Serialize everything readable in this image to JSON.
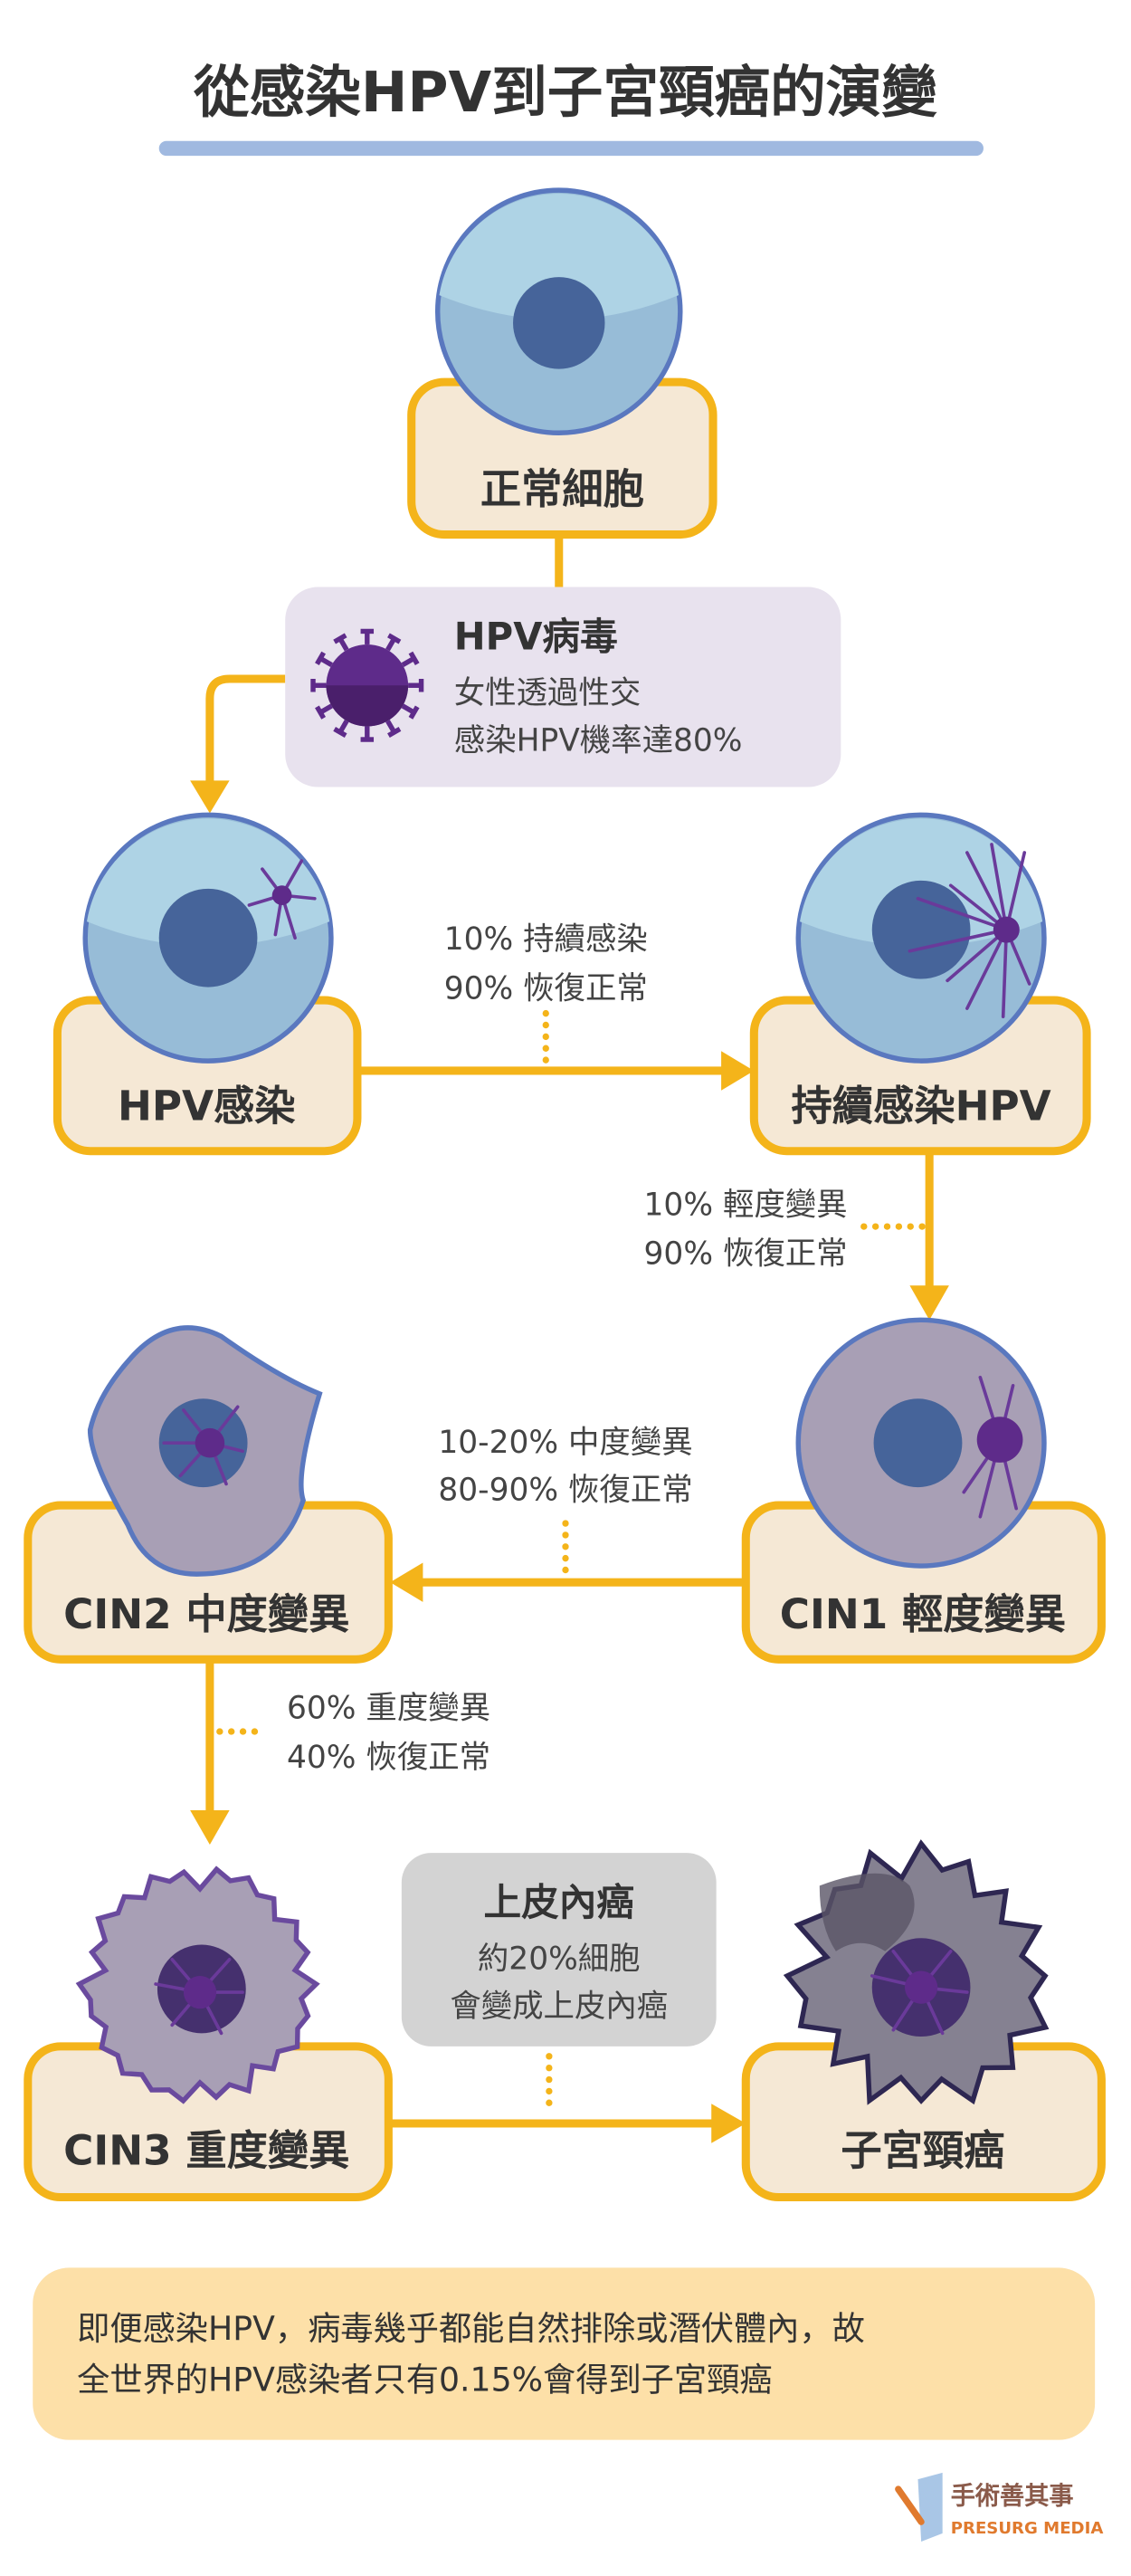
{
  "title": "從感染HPV到子宮頸癌的演變",
  "colors": {
    "flow_accent": "#f4b41a",
    "box_fill": "#f5e8d5",
    "title_underline": "#a0b9e0",
    "virus_purple": "#5e2b8a",
    "note_fill": "#fde0a8",
    "info_box_fill": "#e8e2ee",
    "cancer_box_fill": "#d3d3d3"
  },
  "stages": {
    "normal": {
      "label": "正常細胞"
    },
    "hpv_infection": {
      "label": "HPV感染"
    },
    "persistent": {
      "label": "持續感染HPV"
    },
    "cin1": {
      "label": "CIN1 輕度變異"
    },
    "cin2": {
      "label": "CIN2 中度變異"
    },
    "cin3": {
      "label": "CIN3 重度變異"
    },
    "cervical_cancer": {
      "label": "子宮頸癌"
    }
  },
  "virus_info": {
    "icon": "virus-icon",
    "title": "HPV病毒",
    "line1": "女性透過性交",
    "line2": "感染HPV機率達80%"
  },
  "transitions": {
    "infection_to_persistent": {
      "line1": "10% 持續感染",
      "line2": "90% 恢復正常"
    },
    "persistent_to_cin1": {
      "line1": "10% 輕度變異",
      "line2": "90% 恢復正常"
    },
    "cin1_to_cin2": {
      "line1": "10-20% 中度變異",
      "line2": "80-90% 恢復正常"
    },
    "cin2_to_cin3": {
      "line1": "60% 重度變異",
      "line2": "40% 恢復正常"
    }
  },
  "carcinoma_in_situ": {
    "title": "上皮內癌",
    "line1": "約20%細胞",
    "line2": "會變成上皮內癌"
  },
  "note": {
    "line1": "即便感染HPV，病毒幾乎都能自然排除或潛伏體內，故",
    "line2": "全世界的HPV感染者只有0.15%會得到子宮頸癌"
  },
  "logo": {
    "name_zh": "手術善其事",
    "name_en": "PRESURG MEDIA"
  }
}
